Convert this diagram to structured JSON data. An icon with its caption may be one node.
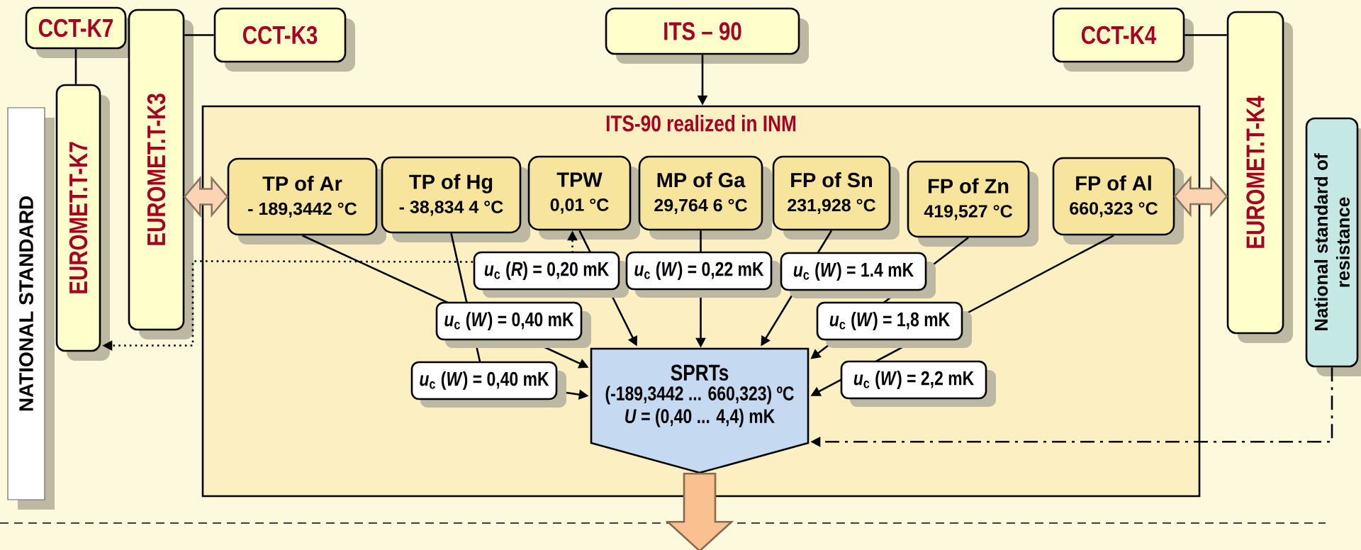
{
  "diagram": {
    "nodes": [
      {
        "text": [
          "CCT-K7"
        ]
      },
      {
        "text": [
          "CCT-K3"
        ]
      },
      {
        "text": [
          "ITS – 90"
        ]
      },
      {
        "text": [
          "CCT-K4"
        ]
      },
      {
        "text": [
          "NATIONAL STANDARD"
        ]
      },
      {
        "text": [
          "EUROMET.T-K7"
        ]
      },
      {
        "text": [
          "EUROMET.T-K3"
        ]
      },
      {
        "text": [
          "ITS-90 realized in INM"
        ]
      },
      {
        "text": [
          "EUROMET.T-K4"
        ]
      },
      {
        "text": [
          "National standard of resistance"
        ]
      },
      {
        "text": [
          "TP of Ar",
          "- 189,3442 °C"
        ],
        "in": 7
      },
      {
        "text": [
          "TP of Hg",
          "- 38,834 4 °C"
        ],
        "in": 7
      },
      {
        "text": [
          "TPW",
          "0,01 °C"
        ],
        "in": 7
      },
      {
        "text": [
          "MP of Ga",
          "29,764 6 °C"
        ],
        "in": 7
      },
      {
        "text": [
          "FP of Sn",
          "231,928 °C"
        ],
        "in": 7
      },
      {
        "text": [
          "FP of Zn",
          "419,527 °C"
        ],
        "in": 7
      },
      {
        "text": [
          "FP of Al",
          "660,323 °C"
        ],
        "in": 7
      },
      {
        "text": [
          "SPRTs",
          "(-189,3442 ... 660,323) ºC",
          "*U* = (0,40 ... 4,4) mK"
        ],
        "in": 7
      }
    ],
    "edges": [
      {
        "from": 0,
        "to": 5,
        "arrow": "none"
      },
      {
        "from": 1,
        "to": 6,
        "arrow": "none"
      },
      {
        "from": 2,
        "to": 7,
        "arrow": "to"
      },
      {
        "from": 3,
        "to": 8,
        "arrow": "none"
      },
      {
        "from": 6,
        "to": 10,
        "arrow": "both",
        "style": "thick",
        "color": "#fbd4b4"
      },
      {
        "from": 16,
        "to": 8,
        "arrow": "both",
        "style": "thick",
        "color": "#fbd4b4"
      },
      {
        "from": 10,
        "to": 17,
        "arrow": "to",
        "label": "*u*$_{c}$ (*W*) = 0,40 mK"
      },
      {
        "from": 11,
        "to": 17,
        "arrow": "to",
        "label": "*u*$_{c}$ (*W*) = 0,40 mK"
      },
      {
        "from": 12,
        "to": 17,
        "arrow": "to",
        "label": "*u*$_{c}$ (*R*) = 0,20 mK"
      },
      {
        "from": 13,
        "to": 17,
        "arrow": "to",
        "label": "*u*$_{c}$ (*W*) = 0,22 mK"
      },
      {
        "from": 14,
        "to": 17,
        "arrow": "to",
        "label": "*u*$_{c}$ (*W*) = 1.4 mK"
      },
      {
        "from": 15,
        "to": 17,
        "arrow": "to",
        "label": "*u*$_{c}$ (*W*) = 1,8 mK"
      },
      {
        "from": 16,
        "to": 17,
        "arrow": "to",
        "label": "*u*$_{c}$ (*W*) = 2,2 mK"
      },
      {
        "from": 12,
        "to": 5,
        "arrow": "both",
        "style": "dashed"
      },
      {
        "from": 9,
        "to": 17,
        "arrow": "to",
        "style": "dashed"
      },
      {
        "from": 17,
        "to": null,
        "arrow": "to",
        "style": "thick",
        "color": "#fac08f"
      }
    ]
  }
}
